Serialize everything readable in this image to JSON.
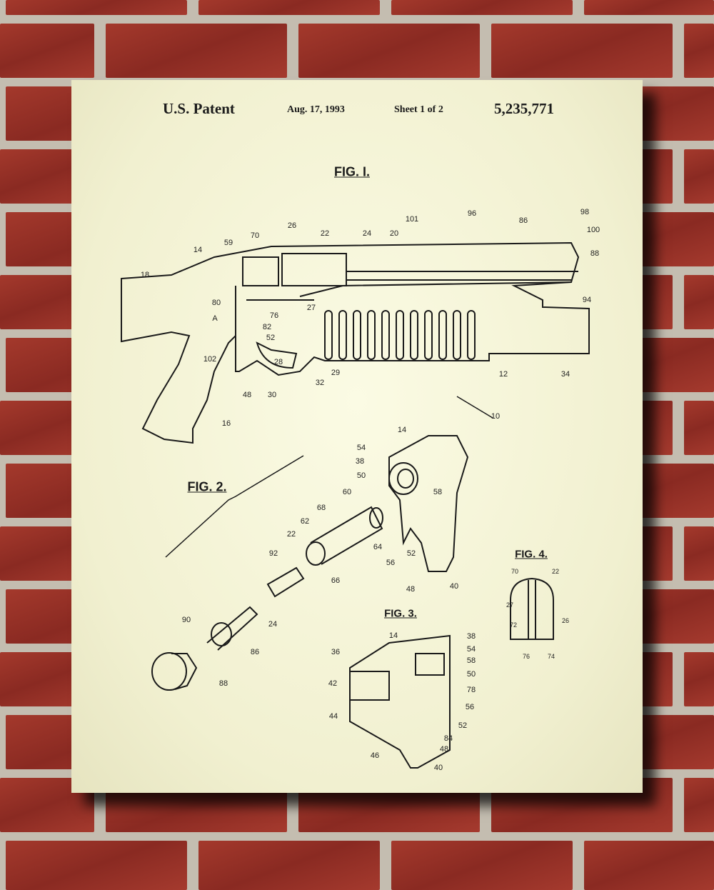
{
  "header": {
    "left": "U.S. Patent",
    "date": "Aug. 17, 1993",
    "sheet": "Sheet 1 of 2",
    "number": "5,235,771"
  },
  "figures": {
    "fig1": "FIG. I.",
    "fig2": "FIG. 2.",
    "fig3": "FIG. 3.",
    "fig4": "FIG. 4."
  },
  "fig1": {
    "callouts": [
      "18",
      "14",
      "59",
      "70",
      "26",
      "22",
      "24",
      "20",
      "101",
      "96",
      "86",
      "98",
      "100",
      "88",
      "94",
      "80",
      "76",
      "27",
      "82",
      "A",
      "52",
      "102",
      "28",
      "29",
      "32",
      "48",
      "30",
      "16",
      "12",
      "34",
      "10"
    ]
  },
  "fig2": {
    "callouts": [
      "14",
      "54",
      "38",
      "50",
      "58",
      "60",
      "68",
      "62",
      "22",
      "64",
      "52",
      "56",
      "48",
      "40",
      "92",
      "66",
      "24",
      "90",
      "86",
      "88"
    ]
  },
  "fig3": {
    "callouts": [
      "14",
      "38",
      "54",
      "36",
      "58",
      "50",
      "42",
      "78",
      "56",
      "44",
      "52",
      "84",
      "48",
      "46",
      "40"
    ]
  },
  "fig4": {
    "callouts": [
      "70",
      "22",
      "27",
      "26",
      "72",
      "76",
      "74"
    ]
  }
}
